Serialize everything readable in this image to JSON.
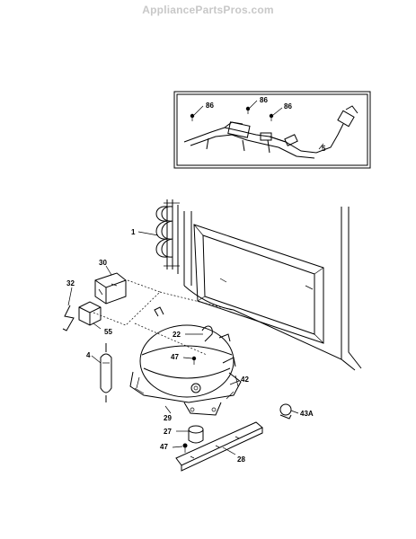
{
  "watermark": "AppliancePartsPros.com",
  "callouts": {
    "c86a": "86",
    "c86b": "86",
    "c86c": "86",
    "c5": "5",
    "c1": "1",
    "c30": "30",
    "c32": "32",
    "c55": "55",
    "c4": "4",
    "c22": "22",
    "c47a": "47",
    "c42": "42",
    "c29": "29",
    "c43A": "43A",
    "c27": "27",
    "c47b": "47",
    "c28": "28"
  }
}
